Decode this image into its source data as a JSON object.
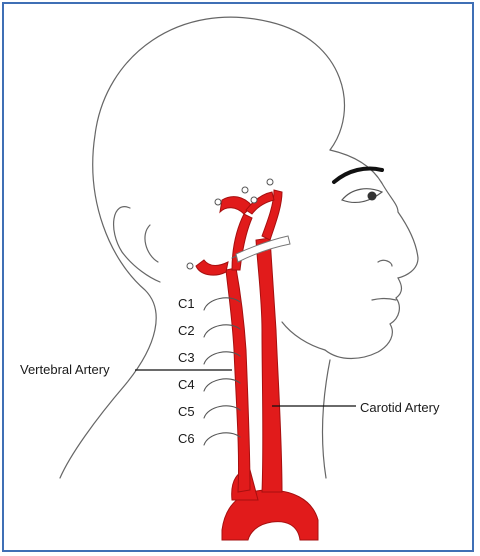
{
  "labels": {
    "vertebral": "Vertebral Artery",
    "carotid": "Carotid Artery"
  },
  "vertebrae": [
    "C1",
    "C2",
    "C3",
    "C4",
    "C5",
    "C6"
  ],
  "colors": {
    "artery": "#e11b1b",
    "frame_border": "#3f6fb5",
    "outline": "#666666"
  }
}
